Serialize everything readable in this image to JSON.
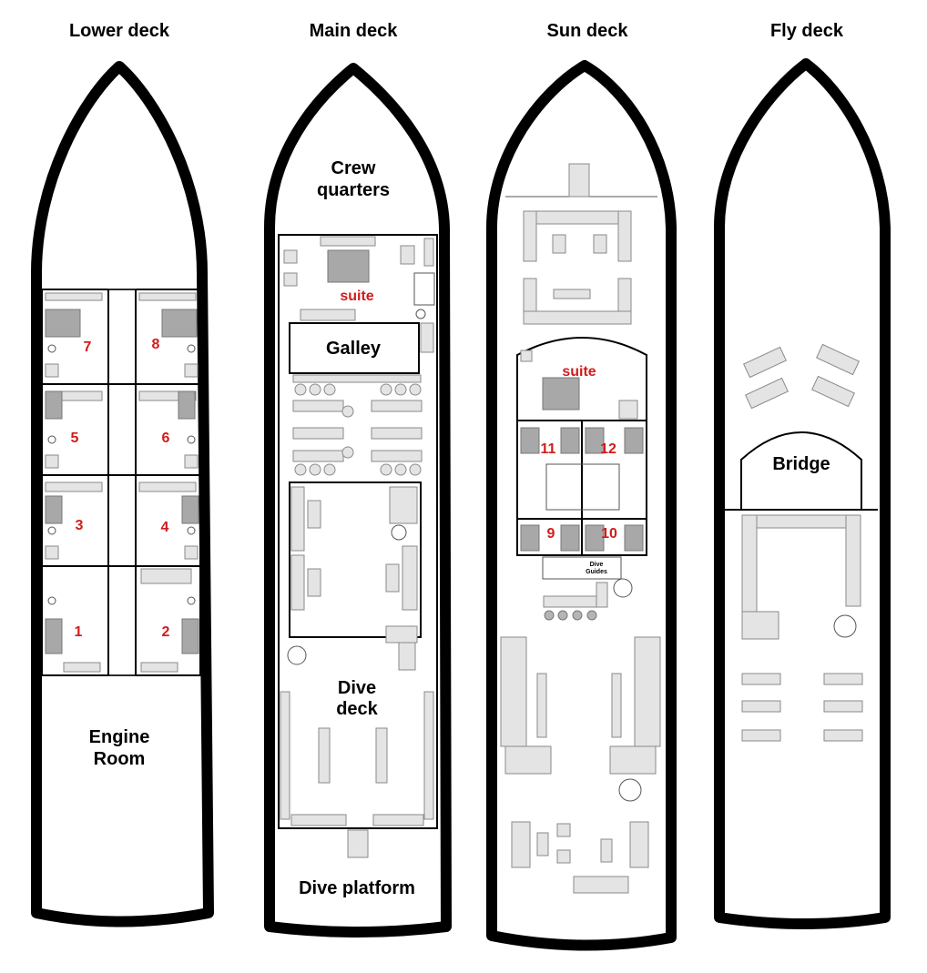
{
  "decks": {
    "lower": {
      "title": "Lower deck",
      "engine_room_line1": "Engine",
      "engine_room_line2": "Room",
      "cabins": [
        "7",
        "8",
        "5",
        "6",
        "3",
        "4",
        "1",
        "2"
      ]
    },
    "main": {
      "title": "Main deck",
      "crew_line1": "Crew",
      "crew_line2": "quarters",
      "suite": "suite",
      "galley": "Galley",
      "dive_deck_line1": "Dive",
      "dive_deck_line2": "deck",
      "dive_platform": "Dive platform"
    },
    "sun": {
      "title": "Sun deck",
      "suite": "suite",
      "cabins": [
        "11",
        "12",
        "9",
        "10"
      ],
      "dive_guides_line1": "Dive",
      "dive_guides_line2": "Guides"
    },
    "fly": {
      "title": "Fly deck",
      "bridge": "Bridge"
    }
  },
  "colors": {
    "hull": "#000000",
    "cabin_numbers": "#d01c1c",
    "furniture": "#e4e4e4",
    "beds": "#a8a8a8"
  }
}
